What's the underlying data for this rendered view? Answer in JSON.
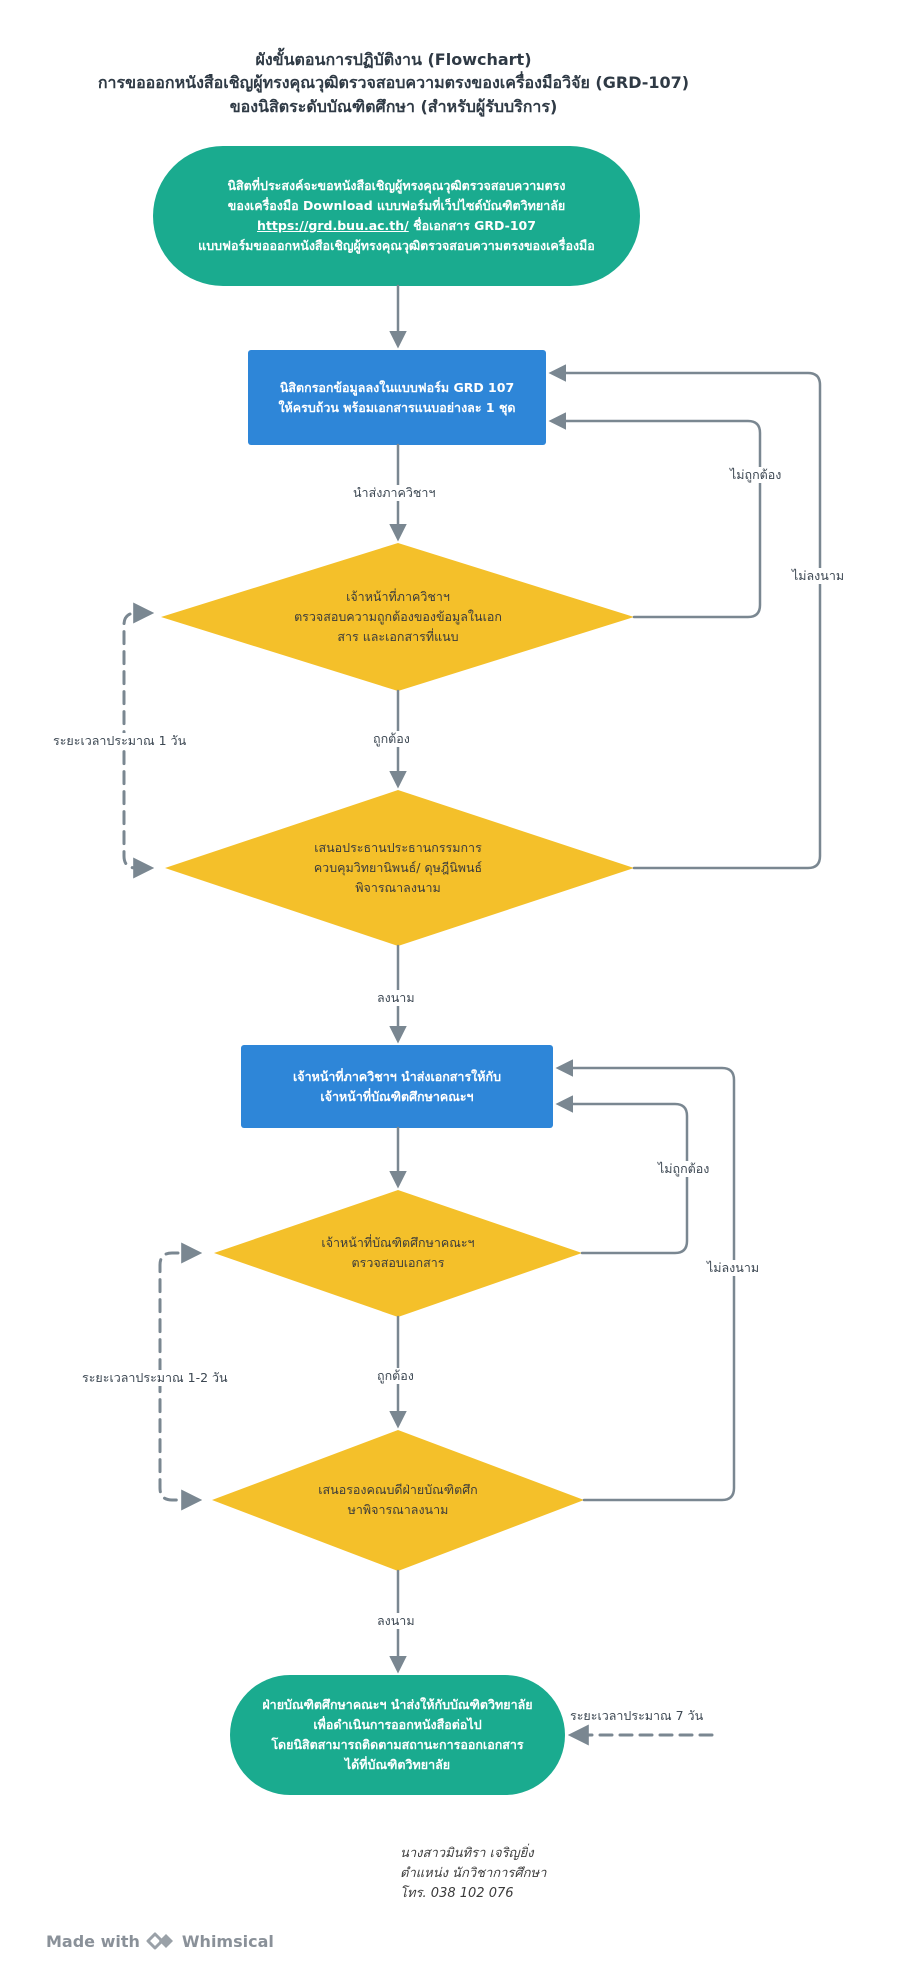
{
  "title": {
    "line1": "ผังขั้นตอนการปฏิบัติงาน (Flowchart)",
    "line2": "การขอออกหนังสือเชิญผู้ทรงคุณวุฒิตรวจสอบความตรงของเครื่องมือวิจัย (GRD-107)",
    "line3": "ของนิสิตระดับบัณฑิตศึกษา (สำหรับผู้รับบริการ)"
  },
  "nodes": {
    "start": {
      "line1": "นิสิตที่ประสงค์จะขอหนังสือเชิญผู้ทรงคุณวุฒิตรวจสอบความตรง",
      "line2": "ของเครื่องมือ Download แบบฟอร์มที่เว็ปไซด์บัณฑิตวิทยาลัย",
      "link": "https://grd.buu.ac.th/",
      "line3_rest": " ชื่อเอกสาร GRD-107",
      "line4": "แบบฟอร์มขอออกหนังสือเชิญผู้ทรงคุณวุฒิตรวจสอบความตรงของเครื่องมือ"
    },
    "fill_form": {
      "line1": "นิสิตกรอกข้อมูลลงในแบบฟอร์ม GRD 107",
      "line2": "ให้ครบถ้วน พร้อมเอกสารแนบอย่างละ 1 ชุด"
    },
    "dept_check": {
      "line1": "เจ้าหน้าที่ภาควิชาฯ",
      "line2": "ตรวจสอบความถูกต้องของข้อมูลในเอก",
      "line3": "สาร และเอกสารที่แนบ"
    },
    "chair_sign": {
      "line1": "เสนอประธานประธานกรรมการ",
      "line2": "ควบคุมวิทยานิพนธ์/ ดุษฎีนิพนธ์",
      "line3": "พิจารณาลงนาม"
    },
    "dept_send": {
      "line1": "เจ้าหน้าที่ภาควิชาฯ นำส่งเอกสารให้กับ",
      "line2": "เจ้าหน้าที่บัณฑิตศึกษาคณะฯ"
    },
    "fac_check": {
      "line1": "เจ้าหน้าที่บัณฑิตศึกษาคณะฯ",
      "line2": "ตรวจสอบเอกสาร"
    },
    "dean_sign": {
      "line1": "เสนอรองคณบดีฝ่ายบัณฑิตศึก",
      "line2": "ษาพิจารณาลงนาม"
    },
    "end": {
      "line1": "ฝ่ายบัณฑิตศึกษาคณะฯ นำส่งให้กับบัณฑิตวิทยาลัย",
      "line2": "เพื่อดำเนินการออกหนังสือต่อไป",
      "line3": "โดยนิสิตสามารถติดตามสถานะการออกเอกสาร",
      "line4": "ได้ที่บัณฑิตวิทยาลัย"
    }
  },
  "labels": {
    "send_dept": "นำส่งภาควิชาฯ",
    "incorrect_1": "ไม่ถูกต้อง",
    "not_signed_1": "ไม่ลงนาม",
    "correct_1": "ถูกต้อง",
    "duration_1": "ระยะเวลาประมาณ 1 วัน",
    "signed_1": "ลงนาม",
    "incorrect_2": "ไม่ถูกต้อง",
    "not_signed_2": "ไม่ลงนาม",
    "correct_2": "ถูกต้อง",
    "duration_2": "ระยะเวลาประมาณ 1-2 วัน",
    "signed_2": "ลงนาม",
    "duration_3": "ระยะเวลาประมาณ 7 วัน"
  },
  "signature": {
    "name": "นางสาวมินทิรา เจริญยิ่ง",
    "position": "ตำแหน่ง นักวิชาการศึกษา",
    "phone": "โทร. 038 102 076"
  },
  "footer": {
    "made_with": "Made with",
    "brand": "Whimsical"
  },
  "colors": {
    "teal": "#1aab8f",
    "blue": "#2e86d8",
    "yellow": "#f4c02a",
    "connector": "#7a8791"
  }
}
